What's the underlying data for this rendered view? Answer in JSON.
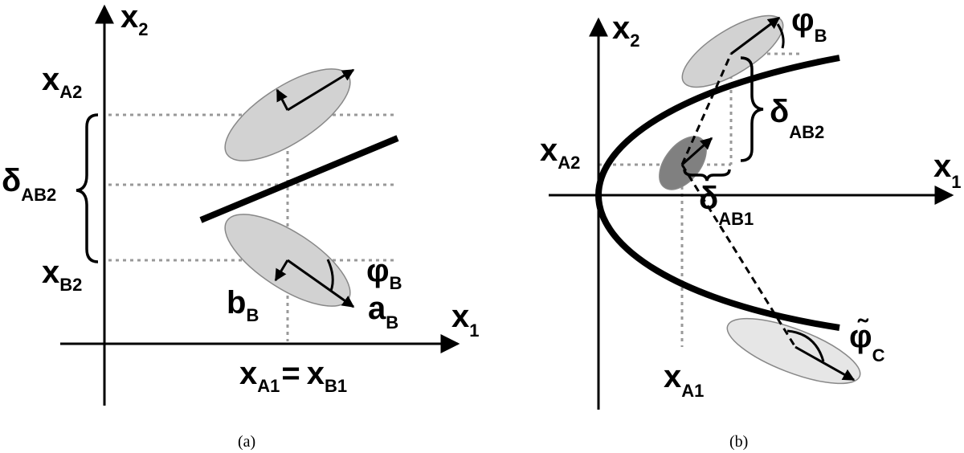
{
  "panel_a": {
    "caption": "(a)",
    "axis_x_main": "x",
    "axis_x_sub": "1",
    "axis_y_main": "x",
    "axis_y_sub": "2",
    "xa2_main": "x",
    "xa2_sub": "A2",
    "xb2_main": "x",
    "xb2_sub": "B2",
    "delta_main": "δ",
    "delta_sub": "AB2",
    "phi_main": "φ",
    "phi_sub": "B",
    "b_main": "b",
    "b_sub": "B",
    "a_main": "a",
    "a_sub": "B",
    "xa1_main": "x",
    "xa1_sub": "A1",
    "equals": "=",
    "xb1_main": "x",
    "xb1_sub": "B1"
  },
  "panel_b": {
    "caption": "(b)",
    "axis_x_main": "x",
    "axis_x_sub": "1",
    "axis_y_main": "x",
    "axis_y_sub": "2",
    "phi_b_main": "φ",
    "phi_b_sub": "B",
    "delta_ab2_main": "δ",
    "delta_ab2_sub": "AB2",
    "xa2_main": "x",
    "xa2_sub": "A2",
    "delta_ab1_main": "δ",
    "delta_ab1_sub": "AB1",
    "phi_c_main": "φ̃",
    "phi_c_sub": "C",
    "xa1_main": "x",
    "xa1_sub": "A1"
  },
  "colors": {
    "ellipse_light": "#d2d2d2",
    "ellipse_lighter": "#e6e6e6",
    "ellipse_dark": "#808080",
    "guide": "#999999"
  }
}
